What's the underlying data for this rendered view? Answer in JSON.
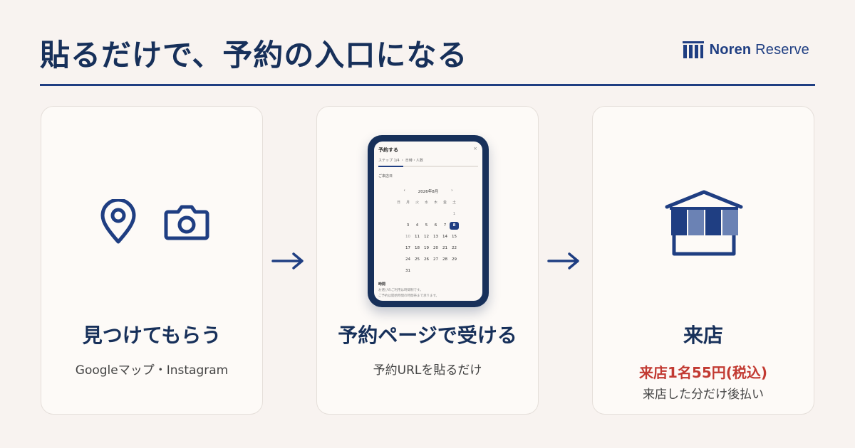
{
  "header": {
    "headline": "貼るだけで、予約の入口になる",
    "brand_strong": "Noren",
    "brand_rest": " Reserve"
  },
  "colors": {
    "navy": "#17305a",
    "brand_blue": "#1f3e82",
    "price_red": "#c23a32",
    "awning_light": "#6b82b4",
    "background": "#f8f3f0"
  },
  "steps": [
    {
      "title": "見つけてもらう",
      "subtitle": "Googleマップ・Instagram",
      "icons": [
        "map-pin-icon",
        "camera-icon"
      ]
    },
    {
      "title": "予約ページで受ける",
      "subtitle": "予約URLを貼るだけ"
    },
    {
      "title": "来店",
      "price": "来店1名55円(税込)",
      "note": "来店した分だけ後払い",
      "icons": [
        "store-icon"
      ]
    }
  ],
  "arrows": [
    "arrow-right-icon",
    "arrow-right-icon"
  ],
  "phone": {
    "title": "予約する",
    "close": "×",
    "step": "ステップ 1/4 ・ 日時・人数",
    "progress": 0.25,
    "date_label": "ご来店日",
    "prev": "‹",
    "month": "2026年8月",
    "next": "›",
    "weekdays": [
      "日",
      "月",
      "火",
      "水",
      "木",
      "金",
      "土"
    ],
    "weeks": [
      [
        "",
        "",
        "",
        "",
        "",
        "",
        "1"
      ],
      [
        "",
        "3",
        "4",
        "5",
        "6",
        "7",
        "8"
      ],
      [
        "",
        "10",
        "11",
        "12",
        "13",
        "14",
        "15"
      ],
      [
        "",
        "17",
        "18",
        "19",
        "20",
        "21",
        "22"
      ],
      [
        "",
        "24",
        "25",
        "26",
        "27",
        "28",
        "29"
      ],
      [
        "",
        "31",
        "",
        "",
        "",
        "",
        ""
      ]
    ],
    "past_days": [
      "1",
      "10"
    ],
    "selected_day": "8",
    "time_label": "時間",
    "notes": [
      "お選びのご利用は時間制です。",
      "ご予約は開始時間の時間帯まで承ります。"
    ]
  }
}
